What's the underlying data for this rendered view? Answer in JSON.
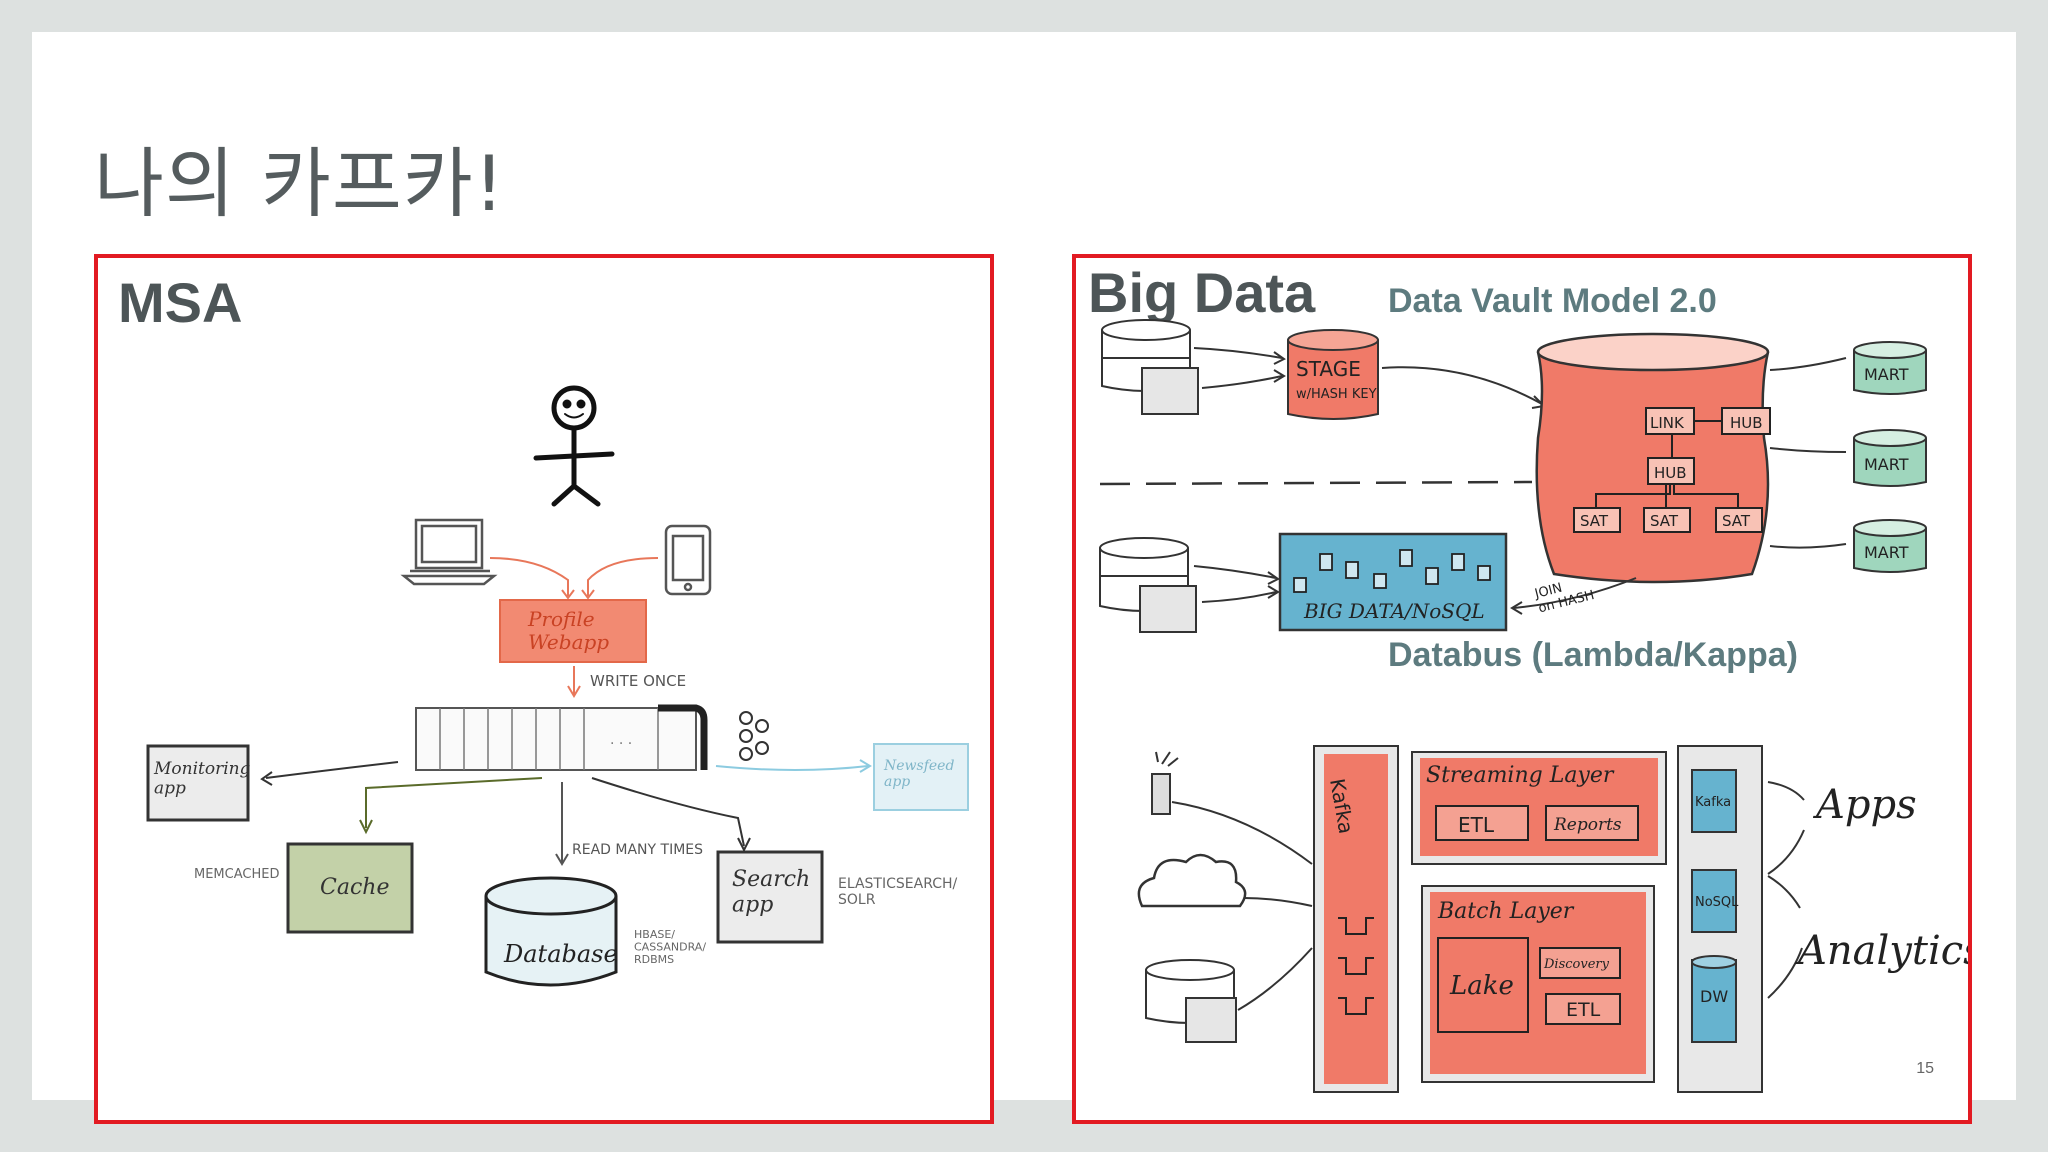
{
  "slide": {
    "title": "나의 카프카!",
    "page_number": "15"
  },
  "msa": {
    "label": "MSA",
    "nodes": {
      "profile": "Profile\nWebapp",
      "write_once": "WRITE ONCE",
      "monitoring": "Monitoring\napp",
      "newsfeed": "Newsfeed\napp",
      "cache": "Cache",
      "memcached": "MEMCACHED",
      "read_many": "READ MANY TIMES",
      "database": "Database",
      "hbase": "HBASE/\nCASSANDRA/\nRDBMS",
      "search": "Search\napp",
      "elastic": "ELASTICSEARCH/\nSOLR"
    }
  },
  "bigdata": {
    "label": "Big Data",
    "subtitle": "Data Vault Model 2.0",
    "databus": "Databus (Lambda/Kappa)",
    "nodes": {
      "stage": "STAGE",
      "hash": "w/HASH KEY",
      "link": "LINK",
      "hub_top": "HUB",
      "hub_mid": "HUB",
      "sat1": "SAT",
      "sat2": "SAT",
      "sat3": "SAT",
      "mart1": "MART",
      "mart2": "MART",
      "mart3": "MART",
      "bigdata_nosql": "BIG DATA/NoSQL",
      "join": "JOIN\non HASH",
      "kafka_vert": "Kafka",
      "streaming": "Streaming Layer",
      "etl1": "ETL",
      "reports": "Reports",
      "batch": "Batch Layer",
      "lake": "Lake",
      "discovery": "Discovery",
      "etl2": "ETL",
      "kafka_box": "Kafka",
      "nosql_box": "NoSQL",
      "dw_box": "DW",
      "apps": "Apps",
      "analytics": "Analytics"
    }
  },
  "colors": {
    "frame": "#e21a22",
    "salmon": "#f07a68",
    "teal": "#8fcbb4",
    "blue": "#6fb4d0",
    "grey_text": "#4d5557"
  }
}
